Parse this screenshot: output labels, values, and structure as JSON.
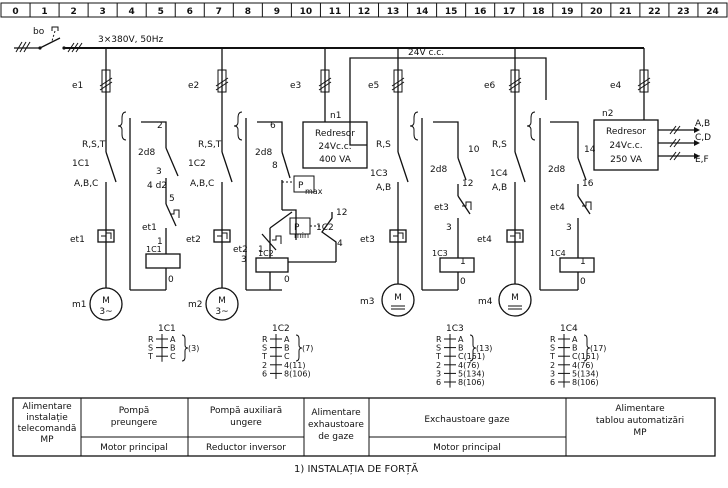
{
  "ruler": [
    "0",
    "1",
    "2",
    "3",
    "4",
    "5",
    "6",
    "7",
    "8",
    "9",
    "10",
    "11",
    "12",
    "13",
    "14",
    "15",
    "16",
    "17",
    "18",
    "19",
    "20",
    "21",
    "22",
    "23",
    "24"
  ],
  "supply": {
    "switch": "bo",
    "voltage": "3×380V, 50Hz",
    "dc_bus": "24V c.c."
  },
  "fuses": [
    "e1",
    "e2",
    "e3",
    "e5",
    "e6",
    "e4"
  ],
  "rectifier1": {
    "id": "n1",
    "line1": "Redresor",
    "line2": "24Vc.c.",
    "line3": "400 VA"
  },
  "rectifier2": {
    "id": "n2",
    "line1": "Redresor",
    "line2": "24Vc.c.",
    "line3": "250 VA"
  },
  "outputs": [
    "A,B",
    "C,D",
    "E,F"
  ],
  "col1": {
    "phase": "R,S,T",
    "contactor": "1C1",
    "contacts": "A,B,C",
    "relay": "et1",
    "motor": "m1",
    "motor_sym": "M",
    "motor_type": "3~",
    "t_2": "2",
    "t_2d8": "2d8",
    "t_4d2": "4 d2",
    "t_3": "3",
    "t_5": "5",
    "t_et1": "et1",
    "t_1": "1",
    "t_coil": "1C1",
    "t_0": "0"
  },
  "col2": {
    "phase": "R,S,T",
    "contactor": "1C2",
    "contacts": "A,B,C",
    "relay": "et2",
    "motor": "m2",
    "motor_sym": "M",
    "motor_type": "3~",
    "t_6": "6",
    "t_2d8": "2d8",
    "t_8": "8",
    "t_pmax": "P",
    "t_pmax2": "max",
    "t_pmin": "P",
    "t_pmin2": "min",
    "t_1c2": "1C2",
    "t_12": "12",
    "t_et2": "et2",
    "t_3": "3",
    "t_1": "1",
    "t_4": "4",
    "t_coil": "1C2",
    "t_0": "0"
  },
  "col3": {
    "phase": "R,S",
    "contactor": "1C3",
    "contacts": "A,B",
    "relay": "et3",
    "motor": "m3",
    "motor_sym": "M",
    "t_10": "10",
    "t_2d8": "2d8",
    "t_12": "12",
    "t_et3": "et3",
    "t_3": "3",
    "t_coil": "1C3",
    "t_1": "1",
    "t_0": "0"
  },
  "col4": {
    "phase": "R,S",
    "contactor": "1C4",
    "contacts": "A,B",
    "relay": "et4",
    "motor": "m4",
    "motor_sym": "M",
    "t_14": "14",
    "t_2d8": "2d8",
    "t_16": "16",
    "t_et4": "et4",
    "t_3": "3",
    "t_coil": "1C4",
    "t_1": "1",
    "t_0": "0"
  },
  "legends": [
    {
      "title": "1C1",
      "rows": [
        [
          "R",
          "A"
        ],
        [
          "S",
          "B"
        ],
        [
          "T",
          "C"
        ]
      ],
      "ref": "(3)"
    },
    {
      "title": "1C2",
      "rows": [
        [
          "R",
          "A"
        ],
        [
          "S",
          "B"
        ],
        [
          "T",
          "C"
        ],
        [
          "2",
          "4(11)"
        ],
        [
          "6",
          "8(106)"
        ]
      ],
      "ref": "(7)"
    },
    {
      "title": "1C3",
      "rows": [
        [
          "R",
          "A"
        ],
        [
          "S",
          "B"
        ],
        [
          "T",
          "C(151)"
        ],
        [
          "2",
          "4(76)"
        ],
        [
          "3",
          "5(134)"
        ],
        [
          "6",
          "8(106)"
        ]
      ],
      "ref": "(13)"
    },
    {
      "title": "1C4",
      "rows": [
        [
          "R",
          "A"
        ],
        [
          "S",
          "B"
        ],
        [
          "T",
          "C(151)"
        ],
        [
          "2",
          "4(76)"
        ],
        [
          "3",
          "5(134)"
        ],
        [
          "6",
          "8(106)"
        ]
      ],
      "ref": "(17)"
    }
  ],
  "table": {
    "cell1": [
      "Alimentare",
      "instalație",
      "telecomandă",
      "MP"
    ],
    "cell2": [
      "Pompă",
      "preungere"
    ],
    "cell2_sub": "Motor principal",
    "cell3": [
      "Pompă auxiliară",
      "ungere"
    ],
    "cell3_sub": "Reductor inversor",
    "cell4": [
      "Alimentare",
      "exhaustoare",
      "de gaze"
    ],
    "cell5": "Exchaustoare gaze",
    "cell5_sub": "Motor principal",
    "cell6": [
      "Alimentare",
      "tablou automatizări",
      "MP"
    ]
  },
  "caption": "1) INSTALAȚIA DE FORȚĂ"
}
